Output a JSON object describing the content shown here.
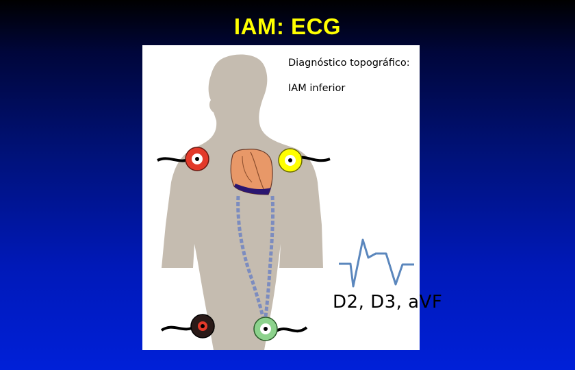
{
  "slide": {
    "title": "IAM: ECG"
  },
  "figure": {
    "caption_heading": "Diagnóstico topográfico:",
    "caption_finding": "IAM inferior",
    "leads_label": "D2, D3, aVF",
    "electrodes": [
      {
        "name": "right-arm",
        "color": "#e33a2a"
      },
      {
        "name": "left-arm",
        "color": "#ffff00"
      },
      {
        "name": "right-leg",
        "color": "#2a1a18"
      },
      {
        "name": "left-leg",
        "color": "#8cd28c"
      }
    ],
    "colors": {
      "body": "#c5bcb0",
      "heart": "#e89868",
      "infarct_zone": "#2a1670",
      "lead_cable": "#7c8cbf",
      "ecg_trace": "#5b87bd",
      "title": "#ffff00"
    }
  }
}
